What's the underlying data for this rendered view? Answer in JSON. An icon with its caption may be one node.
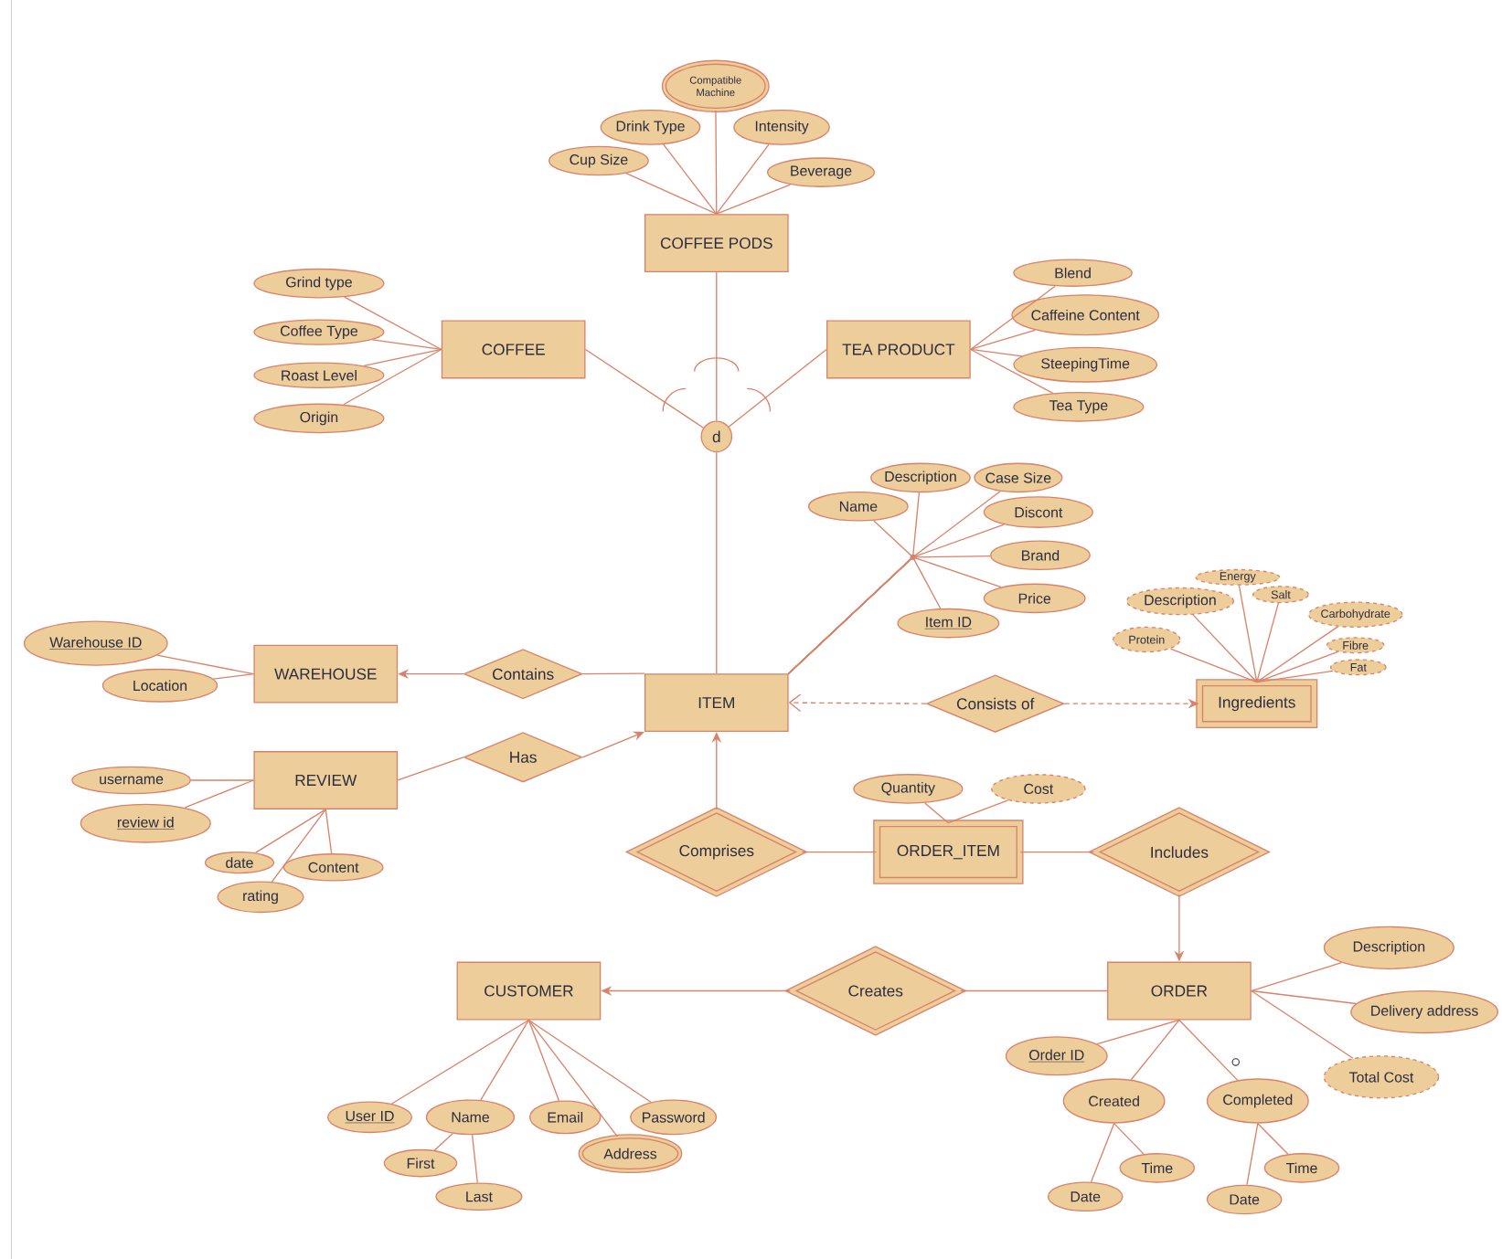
{
  "diagram": {
    "nodes": [
      {
        "text": [
          "COFFEE PODS"
        ]
      },
      {
        "text": [
          "COFFEE"
        ]
      },
      {
        "text": [
          "TEA PRODUCT"
        ]
      },
      {
        "text": [
          "d"
        ]
      },
      {
        "text": [
          "ITEM"
        ]
      },
      {
        "text": [
          "WAREHOUSE"
        ]
      },
      {
        "text": [
          "REVIEW"
        ]
      },
      {
        "text": [
          "Ingredients"
        ]
      },
      {
        "text": [
          "ORDER_ITEM"
        ]
      },
      {
        "text": [
          "ORDER"
        ]
      },
      {
        "text": [
          "CUSTOMER"
        ]
      },
      {
        "text": [
          "Contains"
        ]
      },
      {
        "text": [
          "Has"
        ]
      },
      {
        "text": [
          "Consists of"
        ]
      },
      {
        "text": [
          "Comprises"
        ]
      },
      {
        "text": [
          "Includes"
        ]
      },
      {
        "text": [
          "Creates"
        ]
      },
      {
        "text": [
          "Compatible Machine"
        ]
      },
      {
        "text": [
          "Drink Type"
        ]
      },
      {
        "text": [
          "Intensity"
        ]
      },
      {
        "text": [
          "Cup Size"
        ]
      },
      {
        "text": [
          "Beverage"
        ]
      },
      {
        "text": [
          "Grind type"
        ]
      },
      {
        "text": [
          "Coffee Type"
        ]
      },
      {
        "text": [
          "Roast Level"
        ]
      },
      {
        "text": [
          "Origin"
        ]
      },
      {
        "text": [
          "Blend"
        ]
      },
      {
        "text": [
          "Caffeine Content"
        ]
      },
      {
        "text": [
          "SteepingTime"
        ]
      },
      {
        "text": [
          "Tea Type"
        ]
      },
      {
        "text": [
          "Description"
        ]
      },
      {
        "text": [
          "Case Size"
        ]
      },
      {
        "text": [
          "Name"
        ]
      },
      {
        "text": [
          "Discont"
        ]
      },
      {
        "text": [
          "Brand"
        ]
      },
      {
        "text": [
          "Price"
        ]
      },
      {
        "text": [
          "Item ID"
        ]
      },
      {
        "text": [
          "Energy"
        ]
      },
      {
        "text": [
          "Salt"
        ]
      },
      {
        "text": [
          "Description"
        ]
      },
      {
        "text": [
          "Carbohydrate"
        ]
      },
      {
        "text": [
          "Protein"
        ]
      },
      {
        "text": [
          "Fibre"
        ]
      },
      {
        "text": [
          "Fat"
        ]
      },
      {
        "text": [
          "Warehouse ID"
        ]
      },
      {
        "text": [
          "Location"
        ]
      },
      {
        "text": [
          "username"
        ]
      },
      {
        "text": [
          "review id"
        ]
      },
      {
        "text": [
          "date"
        ]
      },
      {
        "text": [
          "Content"
        ]
      },
      {
        "text": [
          "rating"
        ]
      },
      {
        "text": [
          "Quantity"
        ]
      },
      {
        "text": [
          "Cost"
        ]
      },
      {
        "text": [
          "Description"
        ]
      },
      {
        "text": [
          "Delivery address"
        ]
      },
      {
        "text": [
          "Total Cost"
        ]
      },
      {
        "text": [
          "Order ID"
        ]
      },
      {
        "text": [
          "Created"
        ]
      },
      {
        "text": [
          "Completed"
        ]
      },
      {
        "text": [
          "Date"
        ]
      },
      {
        "text": [
          "Time"
        ]
      },
      {
        "text": [
          "Date"
        ]
      },
      {
        "text": [
          "Time"
        ]
      },
      {
        "text": [
          "User ID"
        ]
      },
      {
        "text": [
          "Name"
        ]
      },
      {
        "text": [
          "Email"
        ]
      },
      {
        "text": [
          "Password"
        ]
      },
      {
        "text": [
          "Address"
        ]
      },
      {
        "text": [
          "First"
        ]
      },
      {
        "text": [
          "Last"
        ]
      }
    ],
    "edges": [
      {
        "from": 0,
        "to": 17,
        "arrow": "none"
      },
      {
        "from": 0,
        "to": 18,
        "arrow": "none"
      },
      {
        "from": 0,
        "to": 19,
        "arrow": "none"
      },
      {
        "from": 0,
        "to": 20,
        "arrow": "none"
      },
      {
        "from": 0,
        "to": 21,
        "arrow": "none"
      },
      {
        "from": 1,
        "to": 22,
        "arrow": "none"
      },
      {
        "from": 1,
        "to": 23,
        "arrow": "none"
      },
      {
        "from": 1,
        "to": 24,
        "arrow": "none"
      },
      {
        "from": 1,
        "to": 25,
        "arrow": "none"
      },
      {
        "from": 2,
        "to": 26,
        "arrow": "none"
      },
      {
        "from": 2,
        "to": 27,
        "arrow": "none"
      },
      {
        "from": 2,
        "to": 28,
        "arrow": "none"
      },
      {
        "from": 2,
        "to": 29,
        "arrow": "none"
      },
      {
        "from": 0,
        "to": 3,
        "arrow": "none"
      },
      {
        "from": 1,
        "to": 3,
        "arrow": "none"
      },
      {
        "from": 2,
        "to": 3,
        "arrow": "none"
      },
      {
        "from": 3,
        "to": 4,
        "arrow": "none"
      },
      {
        "from": 4,
        "to": 30,
        "arrow": "none"
      },
      {
        "from": 4,
        "to": 31,
        "arrow": "none"
      },
      {
        "from": 4,
        "to": 32,
        "arrow": "none"
      },
      {
        "from": 4,
        "to": 33,
        "arrow": "none"
      },
      {
        "from": 4,
        "to": 34,
        "arrow": "none"
      },
      {
        "from": 4,
        "to": 35,
        "arrow": "none"
      },
      {
        "from": 4,
        "to": 36,
        "arrow": "none"
      },
      {
        "from": 7,
        "to": 37,
        "arrow": "none"
      },
      {
        "from": 7,
        "to": 38,
        "arrow": "none"
      },
      {
        "from": 7,
        "to": 39,
        "arrow": "none"
      },
      {
        "from": 7,
        "to": 40,
        "arrow": "none"
      },
      {
        "from": 7,
        "to": 41,
        "arrow": "none"
      },
      {
        "from": 7,
        "to": 42,
        "arrow": "none"
      },
      {
        "from": 7,
        "to": 43,
        "arrow": "none"
      },
      {
        "from": 4,
        "to": 11,
        "arrow": "none"
      },
      {
        "from": 11,
        "to": 5,
        "arrow": "to"
      },
      {
        "from": 6,
        "to": 12,
        "arrow": "none"
      },
      {
        "from": 12,
        "to": 4,
        "arrow": "to"
      },
      {
        "from": 13,
        "to": 4,
        "arrow": "to",
        "style": "dashed"
      },
      {
        "from": 13,
        "to": 7,
        "arrow": "to",
        "style": "dashed"
      },
      {
        "from": 5,
        "to": 44,
        "arrow": "none"
      },
      {
        "from": 5,
        "to": 45,
        "arrow": "none"
      },
      {
        "from": 6,
        "to": 46,
        "arrow": "none"
      },
      {
        "from": 6,
        "to": 47,
        "arrow": "none"
      },
      {
        "from": 6,
        "to": 48,
        "arrow": "none"
      },
      {
        "from": 6,
        "to": 49,
        "arrow": "none"
      },
      {
        "from": 6,
        "to": 50,
        "arrow": "none"
      },
      {
        "from": 8,
        "to": 14,
        "arrow": "none"
      },
      {
        "from": 14,
        "to": 4,
        "arrow": "to"
      },
      {
        "from": 8,
        "to": 51,
        "arrow": "none"
      },
      {
        "from": 8,
        "to": 52,
        "arrow": "none"
      },
      {
        "from": 8,
        "to": 15,
        "arrow": "none"
      },
      {
        "from": 15,
        "to": 9,
        "arrow": "to"
      },
      {
        "from": 9,
        "to": 16,
        "arrow": "none"
      },
      {
        "from": 16,
        "to": 10,
        "arrow": "to"
      },
      {
        "from": 9,
        "to": 53,
        "arrow": "none"
      },
      {
        "from": 9,
        "to": 54,
        "arrow": "none"
      },
      {
        "from": 9,
        "to": 55,
        "arrow": "none"
      },
      {
        "from": 9,
        "to": 56,
        "arrow": "none"
      },
      {
        "from": 9,
        "to": 57,
        "arrow": "none"
      },
      {
        "from": 9,
        "to": 58,
        "arrow": "none"
      },
      {
        "from": 57,
        "to": 59,
        "arrow": "none"
      },
      {
        "from": 57,
        "to": 60,
        "arrow": "none"
      },
      {
        "from": 58,
        "to": 61,
        "arrow": "none"
      },
      {
        "from": 58,
        "to": 62,
        "arrow": "none"
      },
      {
        "from": 10,
        "to": 63,
        "arrow": "none"
      },
      {
        "from": 10,
        "to": 64,
        "arrow": "none"
      },
      {
        "from": 10,
        "to": 65,
        "arrow": "none"
      },
      {
        "from": 10,
        "to": 66,
        "arrow": "none"
      },
      {
        "from": 10,
        "to": 67,
        "arrow": "none"
      },
      {
        "from": 64,
        "to": 68,
        "arrow": "none"
      },
      {
        "from": 64,
        "to": 69,
        "arrow": "none"
      }
    ]
  }
}
